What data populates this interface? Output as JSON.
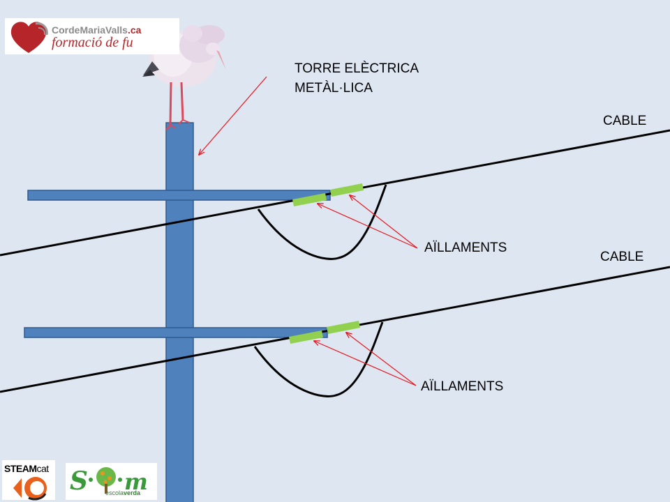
{
  "labels": {
    "tower": [
      "TORRE ELÈCTRICA",
      "METÀL·LICA"
    ],
    "cable_top": "CABLE",
    "cable_bottom": "CABLE",
    "insulators_top": "AÏLLAMENTS",
    "insulators_bottom": "AÏLLAMENTS"
  },
  "logos": {
    "cordemaria": {
      "brand": "CordeMariaValls",
      "tld": ".ca",
      "tagline": "formació de fu"
    },
    "steamcat": {
      "prefix": "STEAM",
      "suffix": "cat"
    },
    "som": {
      "word": "S·O·M",
      "sub_prefix": "escola",
      "sub_suffix": "verda"
    }
  },
  "colors": {
    "background": "#dde6f1",
    "tower": "#4f81bd",
    "tower_outline": "#2f5a8f",
    "insulator": "#92d050",
    "cable": "#000000",
    "arrow": "#e8141c",
    "logo_red": "#b5252a",
    "logo_green": "#3a9a3a",
    "steam_orange": "#e8601c"
  },
  "icons": [
    "bird-image",
    "heart-logo-icon",
    "steam-logo-icon",
    "tree-logo-icon"
  ]
}
